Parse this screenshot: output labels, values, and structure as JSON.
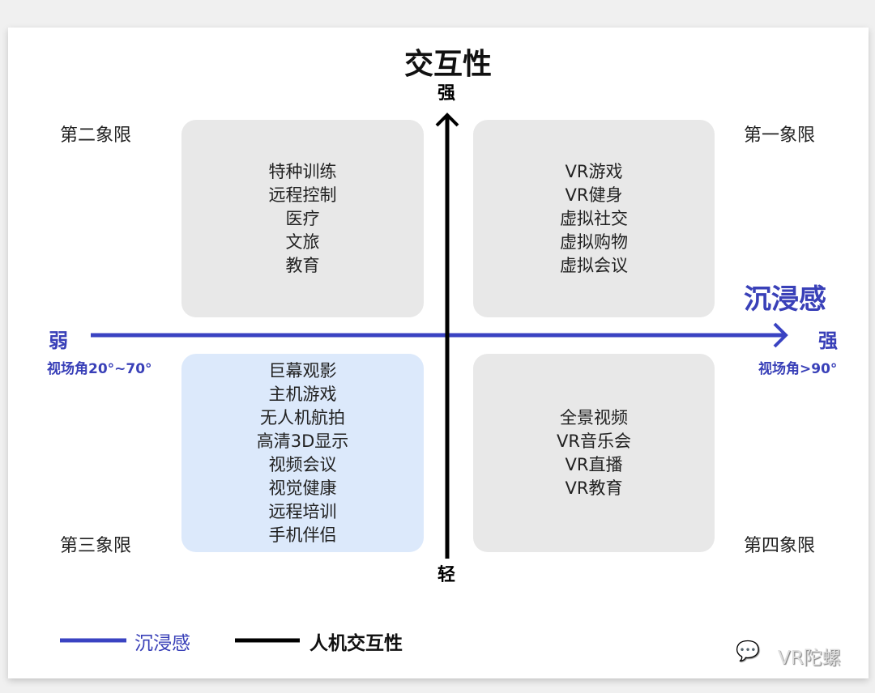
{
  "title": "交互性",
  "y_axis": {
    "top": "强",
    "bottom": "轻"
  },
  "x_axis": {
    "title": "沉浸感",
    "left": "弱",
    "right": "强",
    "left_sub": "视场角20°~70°",
    "right_sub": "视场角>90°"
  },
  "quadrants": {
    "q1": {
      "label": "第一象限",
      "items": [
        "VR游戏",
        "VR健身",
        "虚拟社交",
        "虚拟购物",
        "虚拟会议"
      ]
    },
    "q2": {
      "label": "第二象限",
      "items": [
        "特种训练",
        "远程控制",
        "医疗",
        "文旅",
        "教育"
      ]
    },
    "q3": {
      "label": "第三象限",
      "items": [
        "巨幕观影",
        "主机游戏",
        "无人机航拍",
        "高清3D显示",
        "视频会议",
        "视觉健康",
        "远程培训",
        "手机伴侣"
      ]
    },
    "q4": {
      "label": "第四象限",
      "items": [
        "全景视频",
        "VR音乐会",
        "VR直播",
        "VR教育"
      ]
    }
  },
  "legend": [
    {
      "label": "沉浸感",
      "color": "#3a43c2"
    },
    {
      "label": "人机交互性",
      "color": "#000000"
    }
  ],
  "watermark": "VR陀螺"
}
